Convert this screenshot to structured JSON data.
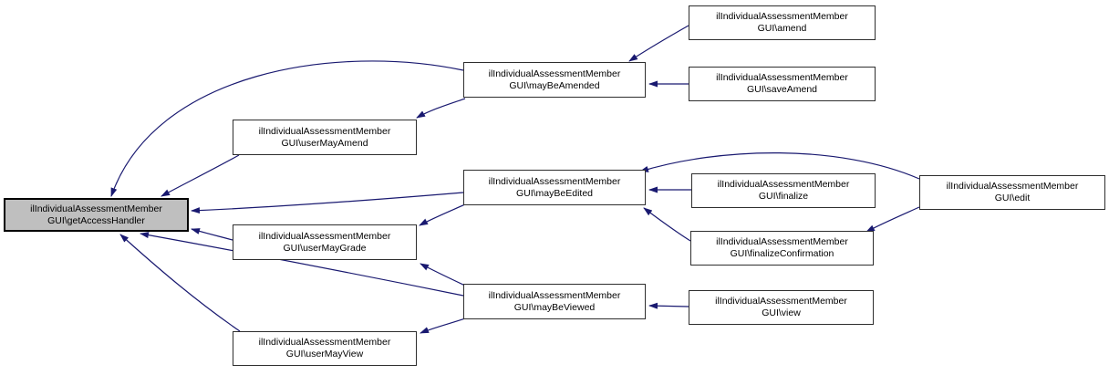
{
  "graph": {
    "type": "doxygen-caller-graph",
    "colors": {
      "edge": "#191970",
      "root_node_fill": "#bfbfbf",
      "node_fill": "#ffffff",
      "node_border": "#000000",
      "text": "#000000"
    },
    "nodes": {
      "getAccessHandler": {
        "line1": "ilIndividualAssessmentMember",
        "line2": "GUI\\getAccessHandler",
        "emphasis": "root"
      },
      "userMayAmend": {
        "line1": "ilIndividualAssessmentMember",
        "line2": "GUI\\userMayAmend",
        "emphasis": "normal"
      },
      "userMayGrade": {
        "line1": "ilIndividualAssessmentMember",
        "line2": "GUI\\userMayGrade",
        "emphasis": "normal"
      },
      "userMayView": {
        "line1": "ilIndividualAssessmentMember",
        "line2": "GUI\\userMayView",
        "emphasis": "normal"
      },
      "mayBeAmended": {
        "line1": "ilIndividualAssessmentMember",
        "line2": "GUI\\mayBeAmended",
        "emphasis": "normal"
      },
      "mayBeEdited": {
        "line1": "ilIndividualAssessmentMember",
        "line2": "GUI\\mayBeEdited",
        "emphasis": "normal"
      },
      "mayBeViewed": {
        "line1": "ilIndividualAssessmentMember",
        "line2": "GUI\\mayBeViewed",
        "emphasis": "normal"
      },
      "amend": {
        "line1": "ilIndividualAssessmentMember",
        "line2": "GUI\\amend",
        "emphasis": "normal"
      },
      "saveAmend": {
        "line1": "ilIndividualAssessmentMember",
        "line2": "GUI\\saveAmend",
        "emphasis": "normal"
      },
      "finalize": {
        "line1": "ilIndividualAssessmentMember",
        "line2": "GUI\\finalize",
        "emphasis": "normal"
      },
      "finalizeConfirmation": {
        "line1": "ilIndividualAssessmentMember",
        "line2": "GUI\\finalizeConfirmation",
        "emphasis": "normal"
      },
      "view": {
        "line1": "ilIndividualAssessmentMember",
        "line2": "GUI\\view",
        "emphasis": "normal"
      },
      "edit": {
        "line1": "ilIndividualAssessmentMember",
        "line2": "GUI\\edit",
        "emphasis": "normal"
      }
    },
    "edges": [
      {
        "from": "mayBeAmended",
        "to": "getAccessHandler"
      },
      {
        "from": "userMayAmend",
        "to": "getAccessHandler"
      },
      {
        "from": "mayBeEdited",
        "to": "getAccessHandler"
      },
      {
        "from": "userMayGrade",
        "to": "getAccessHandler"
      },
      {
        "from": "mayBeViewed",
        "to": "getAccessHandler"
      },
      {
        "from": "userMayView",
        "to": "getAccessHandler"
      },
      {
        "from": "amend",
        "to": "mayBeAmended"
      },
      {
        "from": "saveAmend",
        "to": "mayBeAmended"
      },
      {
        "from": "mayBeAmended",
        "to": "userMayAmend"
      },
      {
        "from": "finalize",
        "to": "mayBeEdited"
      },
      {
        "from": "finalizeConfirmation",
        "to": "mayBeEdited"
      },
      {
        "from": "edit",
        "to": "mayBeEdited"
      },
      {
        "from": "edit",
        "to": "finalizeConfirmation"
      },
      {
        "from": "mayBeEdited",
        "to": "userMayGrade"
      },
      {
        "from": "mayBeViewed",
        "to": "userMayGrade"
      },
      {
        "from": "view",
        "to": "mayBeViewed"
      },
      {
        "from": "mayBeViewed",
        "to": "userMayView"
      }
    ]
  }
}
